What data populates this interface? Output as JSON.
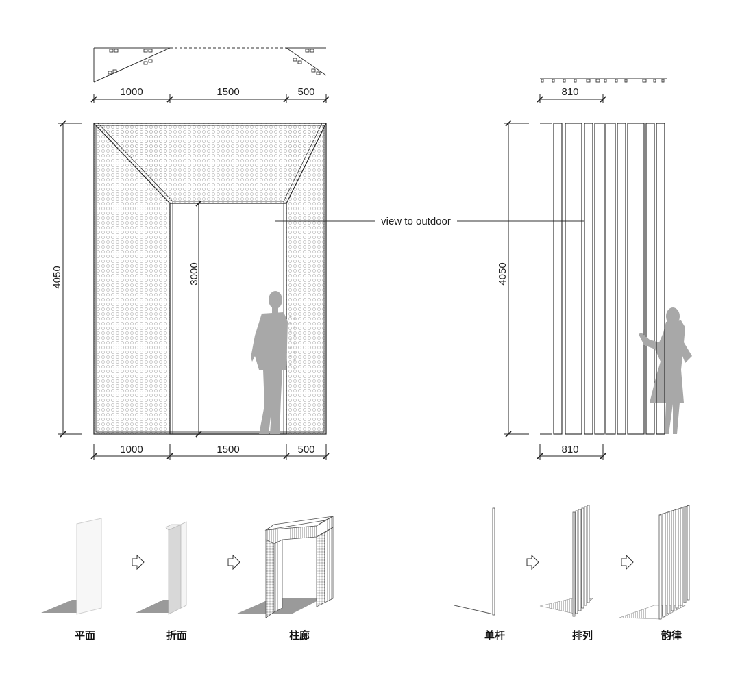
{
  "left_elevation": {
    "width_dims": [
      "1000",
      "1500",
      "500"
    ],
    "height_dim": "4050",
    "opening_height_dim": "3000"
  },
  "callout": {
    "text": "view to outdoor"
  },
  "right_elevation": {
    "width_dim": "810",
    "height_dim": "4050"
  },
  "sequences": {
    "surface": [
      "平面",
      "折面",
      "柱廊"
    ],
    "rod": [
      "单杆",
      "排列",
      "韵律"
    ]
  },
  "icons": {
    "step_arrow": "hollow-right-arrow-icon"
  },
  "colors": {
    "line": "#222222",
    "figure": "#a8a8a8",
    "shadow": "#9a9a9a",
    "perforation": "#bdbdbd"
  }
}
